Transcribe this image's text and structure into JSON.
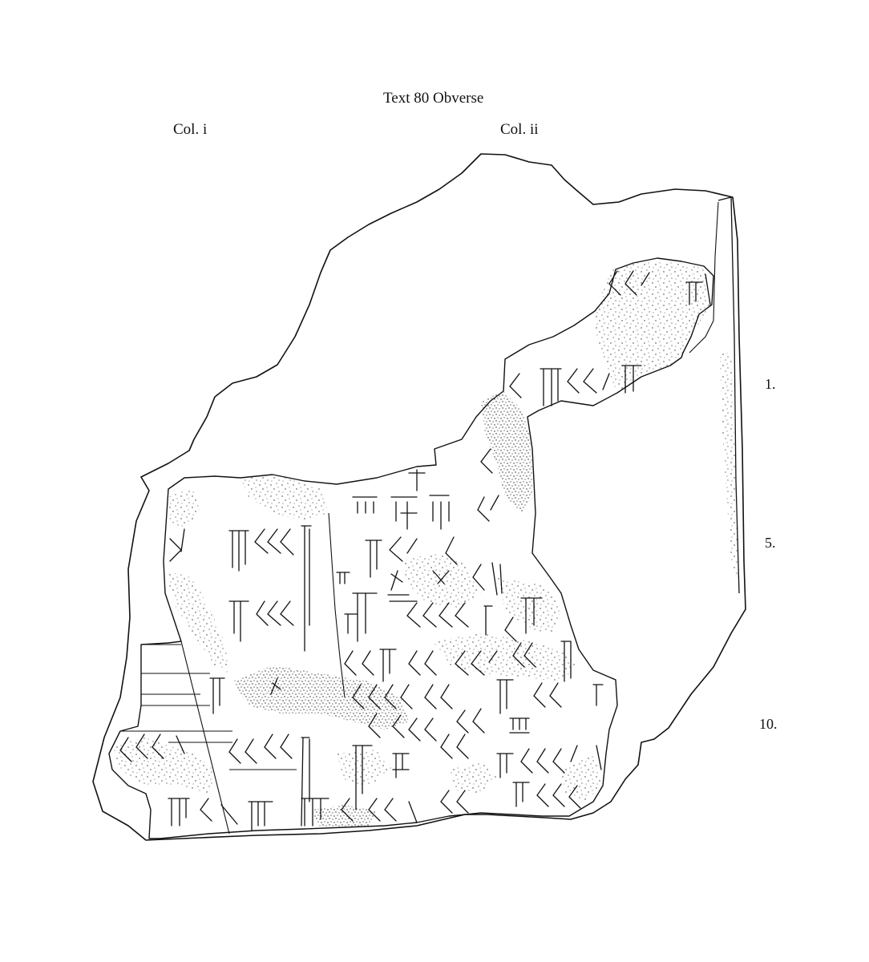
{
  "title": "Text 80 Obverse",
  "columns": [
    "Col. i",
    "Col. ii"
  ],
  "line_numbers": [
    "1.",
    "5.",
    "10."
  ]
}
